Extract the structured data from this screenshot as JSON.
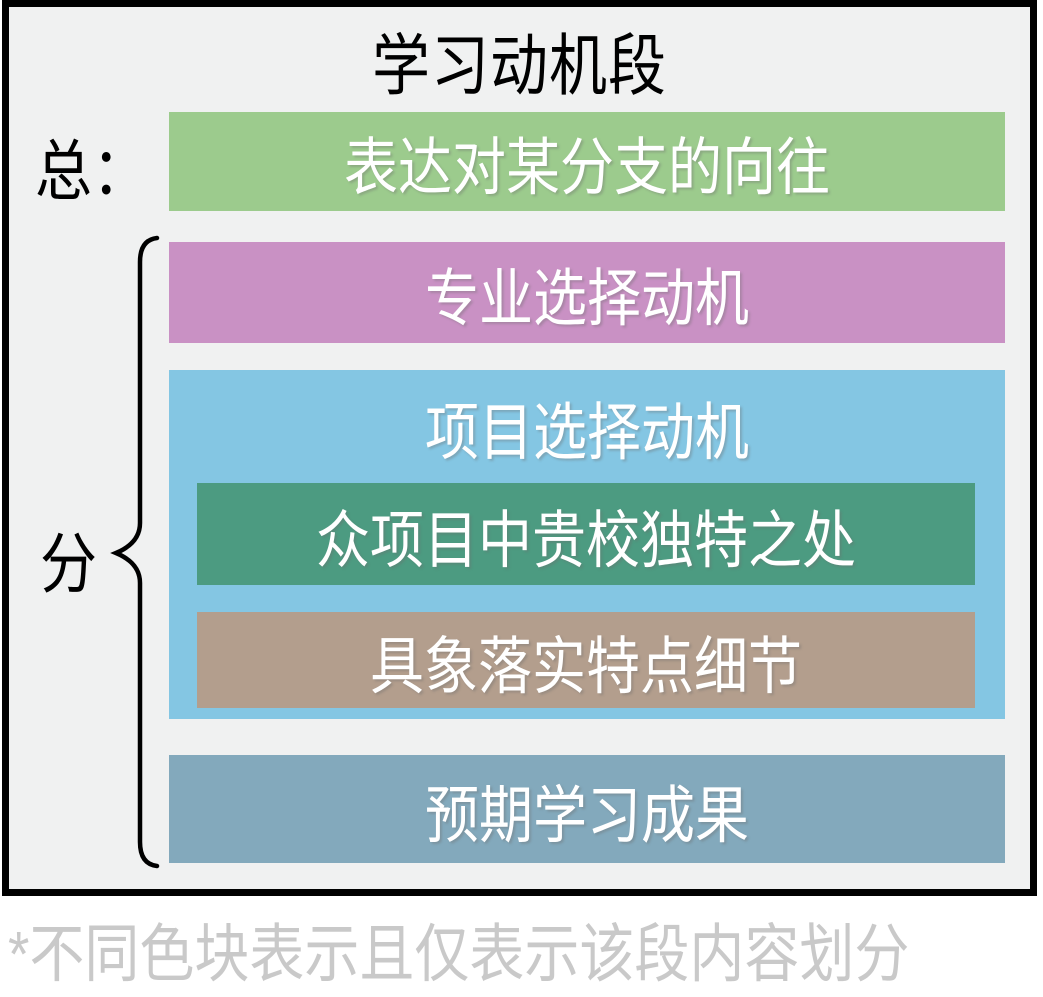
{
  "diagram": {
    "title": "学习动机段",
    "left_labels": {
      "total": "总：",
      "detail": "分"
    },
    "bars": {
      "summary": {
        "label": "表达对某分支的向往",
        "color": "#9ccb8d"
      },
      "major": {
        "label": "专业选择动机",
        "color": "#c991c4"
      },
      "program": {
        "label": "项目选择动机",
        "color": "#84c6e3"
      },
      "unique": {
        "label": "众项目中贵校独特之处",
        "color": "#4c9b81"
      },
      "detail": {
        "label": "具象落实特点细节",
        "color": "#b39e8d"
      },
      "outcome": {
        "label": "预期学习成果",
        "color": "#83a9bc"
      }
    },
    "footnote": "*不同色块表示且仅表示该段内容划分"
  },
  "colors": {
    "page_background": "#ffffff",
    "frame_background": "#f0f1f1",
    "frame_border": "#000000",
    "title_text": "#000000",
    "bar_text": "#ffffff",
    "footnote_text": "#c9c9c9",
    "brace_stroke": "#000000"
  }
}
